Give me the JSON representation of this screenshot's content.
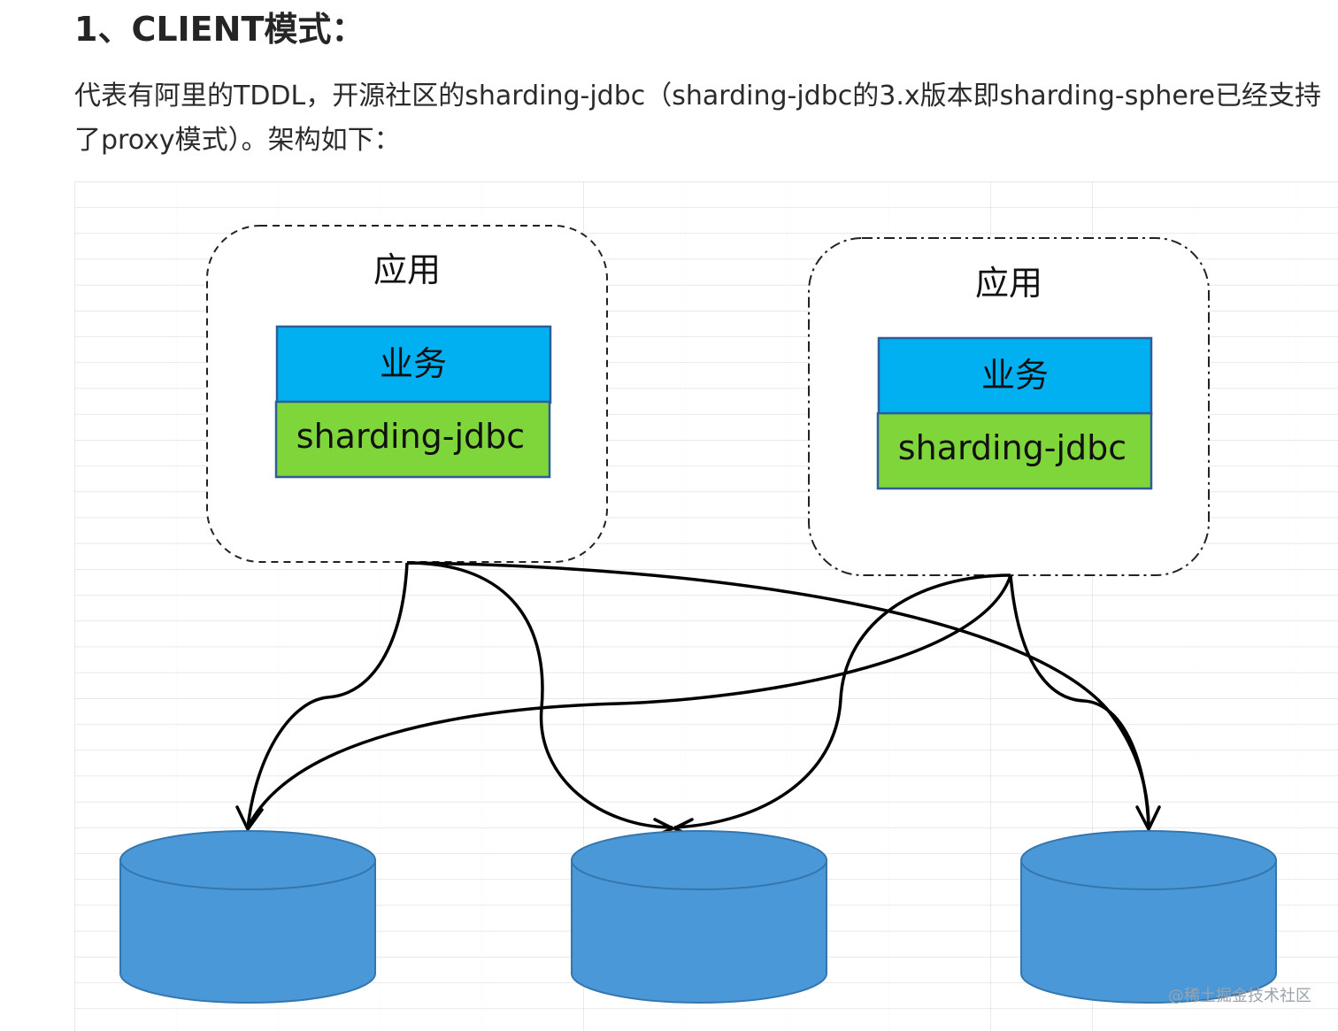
{
  "heading": "1、CLIENT模式：",
  "paragraph": {
    "line1": "代表有阿里的TDDL，开源社区的sharding-jdbc（sharding-jdbc的3.x版本即sharding-sphere已经支持",
    "line2": "了proxy模式）。架构如下："
  },
  "diagram": {
    "apps": [
      {
        "title": "应用",
        "business_label": "业务",
        "middleware_label": "sharding-jdbc"
      },
      {
        "title": "应用",
        "business_label": "业务",
        "middleware_label": "sharding-jdbc"
      }
    ],
    "database_count": 3,
    "colors": {
      "business": "#00b0f0",
      "middleware": "#7ed63a",
      "database": "#4a98d8",
      "database_edge": "#3576ad",
      "box_border": "#2e5d9a",
      "grid": "#dcdcdc",
      "line": "#000000"
    }
  },
  "watermark": "@稀土掘金技术社区"
}
